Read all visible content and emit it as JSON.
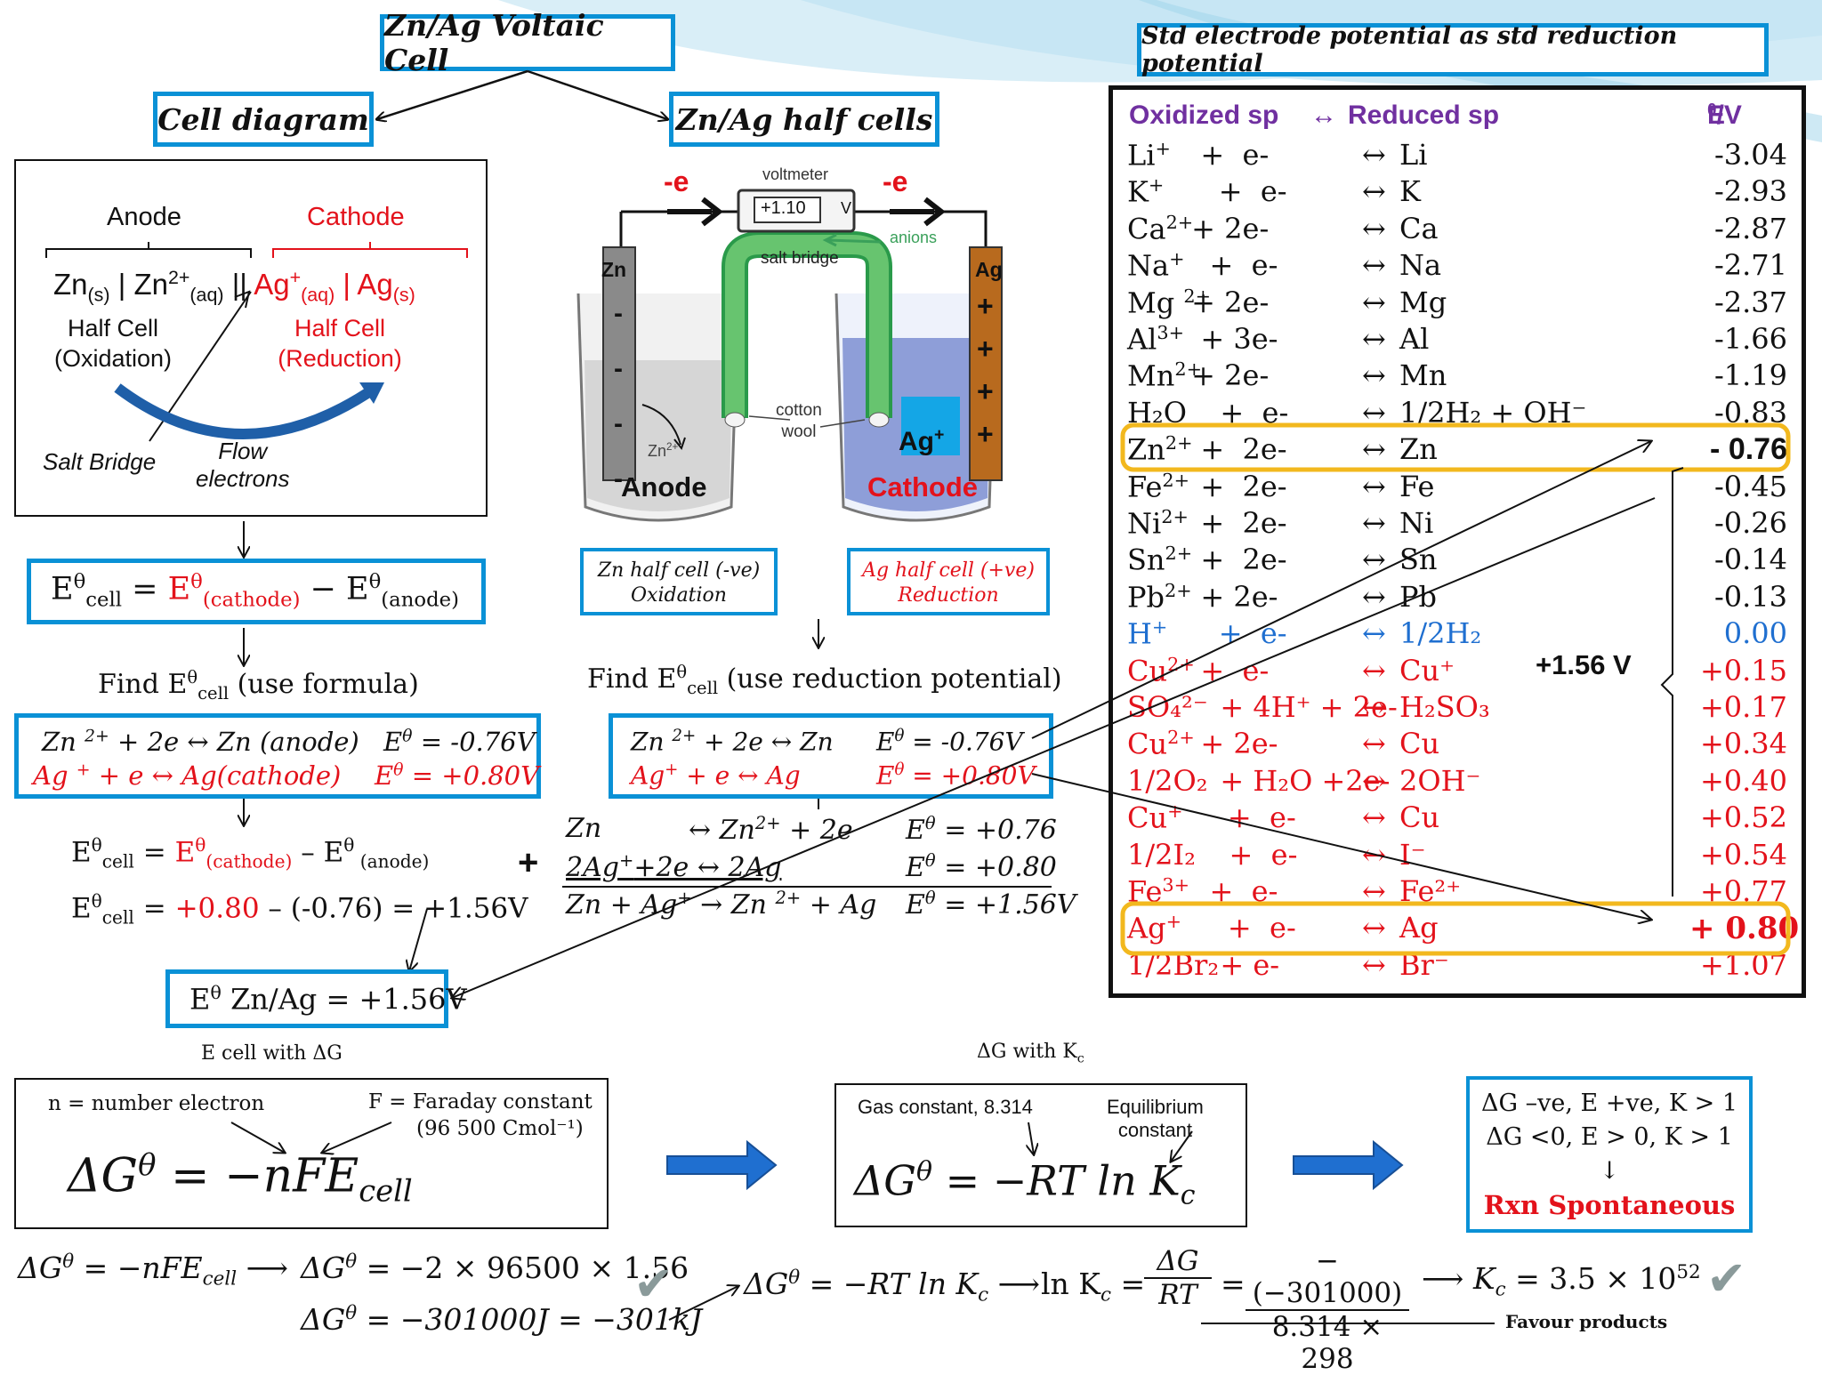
{
  "titles": {
    "main": "Zn/Ag Voltaic Cell",
    "cell_diagram": "Cell diagram",
    "half_cells": "Zn/Ag half cells",
    "std_potential": "Std electrode potential as std reduction potential"
  },
  "cell_diagram": {
    "anode": "Anode",
    "cathode": "Cathode",
    "zn_s": "Zn",
    "zn_s_sub": "(s)",
    "zn_ion": "Zn",
    "zn_ion_sup": "2+",
    "zn_ion_sub": "(aq)",
    "bars": "||",
    "ag_ion": "Ag",
    "ag_ion_sup": "+",
    "ag_ion_sub": "(aq)",
    "ag_s": "| Ag",
    "ag_s_sub": "(s)",
    "sep1": "|",
    "left_half_1": "Half Cell",
    "left_half_2": "(Oxidation)",
    "right_half_1": "Half Cell",
    "right_half_2": "(Reduction)",
    "salt_bridge": "Salt Bridge",
    "flow_1": "Flow",
    "flow_2": "electrons"
  },
  "apparatus": {
    "voltmeter": "voltmeter",
    "voltmeter_reading": "+1.10",
    "volt_unit": "V",
    "e_left": "-e",
    "e_right": "-e",
    "anions": "anions",
    "salt_bridge": "salt bridge",
    "zn": "Zn",
    "ag": "Ag",
    "cotton_1": "cotton",
    "cotton_2": "wool",
    "zn_ion": "Zn",
    "zn_ion_sup": "2+",
    "ag_ion": "Ag",
    "ag_ion_sup": "+",
    "anode": "Anode",
    "cathode": "Cathode",
    "minus": "-",
    "plus": "+"
  },
  "half_labels": {
    "zn_1": "Zn half cell (-ve)",
    "zn_2": "Oxidation",
    "ag_1": "Ag half cell (+ve)",
    "ag_2": "Reduction"
  },
  "ecell_formula": {
    "e": "E",
    "theta": "θ",
    "cell": "cell",
    "eq": " = ",
    "cathode": "(cathode)",
    "minus": " − ",
    "anode": "(anode)"
  },
  "find_formula": {
    "prefix": "Find E",
    "theta": "θ",
    "cell": "cell",
    "suffix": " (use formula)"
  },
  "find_reduction": {
    "prefix": "Find E",
    "theta": "θ",
    "cell": "cell",
    "suffix": " (use reduction potential)"
  },
  "left_eq_box": {
    "l1a": "Zn ",
    "l1sup": "2+",
    "l1b": " + 2e  ↔ Zn (anode)",
    "l1e": "E",
    "l1th": "θ",
    "l1v": " = -0.76V",
    "l2a": "Ag ",
    "l2sup": "+",
    "l2b": "  + e   ↔  Ag(cathode)",
    "l2e": "E",
    "l2th": "θ",
    "l2v": " = +0.80V"
  },
  "mid_eq_box": {
    "l1a": "Zn ",
    "l1sup": "2+",
    "l1b": " + 2e  ↔ Zn",
    "l1e": "E",
    "l1th": "θ",
    "l1v": " = -0.76V",
    "l2a": "Ag",
    "l2sup": "+",
    "l2b": "   +  e   ↔ Ag",
    "l2e": "E",
    "l2th": "θ",
    "l2v": " = +0.80V"
  },
  "left_calc": {
    "l1_e": "E",
    "l1_th": "θ",
    "l1_cell": "cell",
    "l1_eq": " = ",
    "l1_e2": "E",
    "l1_th2": "θ",
    "l1_cath": "(cathode)",
    "l1_minus": " – E",
    "l1_th3": "θ",
    "l1_an": " (anode)",
    "l2_e": "E",
    "l2_th": "θ",
    "l2_cell": "cell",
    "l2_eq": " = ",
    "l2_red": "+0.80",
    "l2_rest": " – (-0.76) = +1.56V"
  },
  "plus_sign": "+",
  "mid_calc": {
    "r1_left": "Zn",
    "r1_mid": "↔  Zn",
    "r1_sup": "2+",
    "r1_end": " + 2e",
    "r1_e": "E",
    "r1_th": "θ",
    "r1_v": " = +0.76",
    "r2_left": "2Ag",
    "r2_sup": "+",
    "r2_mid": "+2e   ↔  2Ag",
    "r2_e": "E",
    "r2_th": "θ",
    "r2_v": " = +0.80",
    "r3_left": "Zn  + Ag",
    "r3_sup": "+",
    "r3_mid": " → Zn ",
    "r3_sup2": "2+",
    "r3_end": " + Ag",
    "r3_e": "E",
    "r3_th": "θ",
    "r3_v": " = +1.56V"
  },
  "result_box": {
    "e": "E",
    "theta": "θ",
    "text": " Zn/Ag = +1.56V"
  },
  "table": {
    "header": {
      "ox": "Oxidized sp",
      "arrow": "↔",
      "red": "Reduced sp",
      "e": "E",
      "theta": "θ",
      "v": "/V"
    },
    "rows": [
      {
        "ox": "Li",
        "sup": "+",
        "e": "  +  e-",
        "arr": "↔",
        "red": "Li",
        "val": "-3.04",
        "color": "black"
      },
      {
        "ox": "K",
        "sup": "+",
        "e": "    +  e-",
        "arr": "↔",
        "red": "K",
        "val": "-2.93",
        "color": "black"
      },
      {
        "ox": "Ca",
        "sup": "2+",
        "e": " + 2e-",
        "arr": "↔",
        "red": "Ca",
        "val": "-2.87",
        "color": "black"
      },
      {
        "ox": "Na",
        "sup": "+",
        "e": "   +  e-",
        "arr": "↔",
        "red": "Na",
        "val": "-2.71",
        "color": "black"
      },
      {
        "ox": "Mg ",
        "sup": "2+",
        "e": " + 2e-",
        "arr": "↔",
        "red": "Mg",
        "val": "-2.37",
        "color": "black"
      },
      {
        "ox": "Al",
        "sup": "3+",
        "e": "  + 3e-",
        "arr": "↔",
        "red": "Al",
        "val": "-1.66",
        "color": "black"
      },
      {
        "ox": "Mn",
        "sup": "2+",
        "e": " + 2e-",
        "arr": "↔",
        "red": "Mn",
        "val": "-1.19",
        "color": "black"
      },
      {
        "ox": "H₂O",
        "sup": "",
        "e": "  +  e-",
        "arr": "↔",
        "red": "1/2H₂ + OH⁻",
        "val": "-0.83",
        "color": "black"
      },
      {
        "ox": "Zn",
        "sup": "2+",
        "e": "  +  2e-",
        "arr": "↔",
        "red": "Zn",
        "val": "- 0.76",
        "color": "black"
      },
      {
        "ox": "Fe",
        "sup": "2+",
        "e": "  +  2e-",
        "arr": "↔",
        "red": "Fe",
        "val": "-0.45",
        "color": "black"
      },
      {
        "ox": "Ni",
        "sup": "2+",
        "e": "  +  2e-",
        "arr": "↔",
        "red": "Ni",
        "val": "-0.26",
        "color": "black"
      },
      {
        "ox": "Sn",
        "sup": "2+",
        "e": "  +  2e-",
        "arr": "↔",
        "red": "Sn",
        "val": "-0.14",
        "color": "black"
      },
      {
        "ox": "Pb",
        "sup": "2+",
        "e": "  + 2e-",
        "arr": "↔",
        "red": "Pb",
        "val": "-0.13",
        "color": "black"
      },
      {
        "ox": "H",
        "sup": "+",
        "e": "    +  e-",
        "arr": "↔",
        "red": "1/2H₂",
        "val": "0.00",
        "color": "blue"
      },
      {
        "ox": "Cu",
        "sup": "2+",
        "e": "  +  e-",
        "arr": "↔",
        "red": "Cu⁺",
        "val": "+0.15",
        "color": "red"
      },
      {
        "ox": "SO₄²⁻",
        "sup": "",
        "e": "  + 4H⁺ + 2e-",
        "arr": "↔",
        "red": "H₂SO₃",
        "val": "+0.17",
        "color": "red"
      },
      {
        "ox": "Cu",
        "sup": "2+",
        "e": "  + 2e-",
        "arr": "↔",
        "red": "Cu",
        "val": "+0.34",
        "color": "red"
      },
      {
        "ox": "1/2O₂",
        "sup": "",
        "e": "  + H₂O +2e-",
        "arr": "↔",
        "red": "2OH⁻",
        "val": "+0.40",
        "color": "red"
      },
      {
        "ox": "Cu",
        "sup": "+",
        "e": "     +  e-",
        "arr": "↔",
        "red": "Cu",
        "val": "+0.52",
        "color": "red"
      },
      {
        "ox": "1/2I₂",
        "sup": "",
        "e": "   +  e-",
        "arr": "↔",
        "red": "I⁻",
        "val": "+0.54",
        "color": "red"
      },
      {
        "ox": "Fe",
        "sup": "3+",
        "e": "   +  e-",
        "arr": "↔",
        "red": "Fe²⁺",
        "val": "+0.77",
        "color": "red"
      },
      {
        "ox": "Ag",
        "sup": "+",
        "e": "     +  e-",
        "arr": "↔",
        "red": "Ag",
        "val": "+ 0.80",
        "color": "red"
      },
      {
        "ox": "1/2Br₂",
        "sup": "",
        "e": "  + e-",
        "arr": "↔",
        "red": "Br⁻",
        "val": "+1.07",
        "color": "red"
      }
    ],
    "delta_label": "+1.56 V"
  },
  "bottom": {
    "ecell_dg_label": "E cell with ΔG",
    "dg_kc_label_a": "ΔG with K",
    "dg_kc_label_sub": "c",
    "n_label": "n = number electron",
    "f_label": "F = Faraday constant",
    "f_value": "(96 500 Cmol⁻¹)",
    "dg1_lhs": "ΔG",
    "dg1_theta": "θ",
    "dg1_rhs": " = −nFE",
    "dg1_sub": "cell",
    "gas_label": "Gas constant, 8.314",
    "eq_label_1": "Equilibrium",
    "eq_label_2": "constant",
    "dg2_lhs": "ΔG",
    "dg2_theta": "θ",
    "dg2_rhs": " = −RT ln K",
    "dg2_sub": "c",
    "summary_1": "ΔG –ve, E +ve, K > 1",
    "summary_2": "ΔG <0, E > 0, K > 1",
    "summary_arrow": "↓",
    "summary_3": "Rxn Spontaneous",
    "calc_a1": "ΔG",
    "calc_a1_th": "θ",
    "calc_a1_r": " = −nFE",
    "calc_a1_sub": "cell",
    "calc_arrow": "⟶",
    "calc_b1": "ΔG",
    "calc_b1_th": "θ",
    "calc_b1_r": " = −2 × 96500 × 1.56",
    "calc_b2": "ΔG",
    "calc_b2_th": "θ",
    "calc_b2_r": " = −301000J = −301kJ",
    "calc_c1": "ΔG",
    "calc_c1_th": "θ",
    "calc_c1_r": " = −RT ln K",
    "calc_c1_sub": "c",
    "calc_ln": "ln K",
    "calc_ln_sub": "c",
    "calc_eq": "=",
    "calc_frac1_num": "ΔG",
    "calc_frac1_den": "RT",
    "calc_frac2_num": "− (−301000)",
    "calc_frac2_den": "8.314 × 298",
    "calc_kc": "K",
    "calc_kc_sub": "c",
    "calc_kc_val": " = 3.5 × 10",
    "calc_kc_exp": "52",
    "favour": "Favour products",
    "check": "✔"
  }
}
